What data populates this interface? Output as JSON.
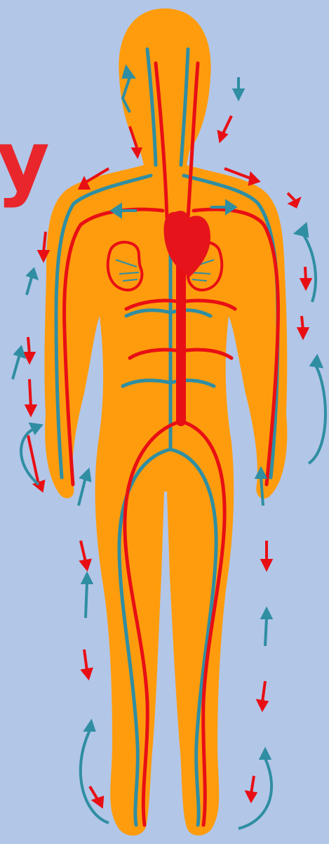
{
  "fragment_text": "y",
  "colors": {
    "background": "#b2c6e8",
    "body": "#ff9c0d",
    "artery": "#e80f14",
    "vein": "#2f8ea2",
    "heart": "#e6131b"
  },
  "legend": [
    {
      "name": "artery-arrow",
      "color": "#e80f14"
    },
    {
      "name": "vein-arrow",
      "color": "#2f8ea2"
    }
  ]
}
